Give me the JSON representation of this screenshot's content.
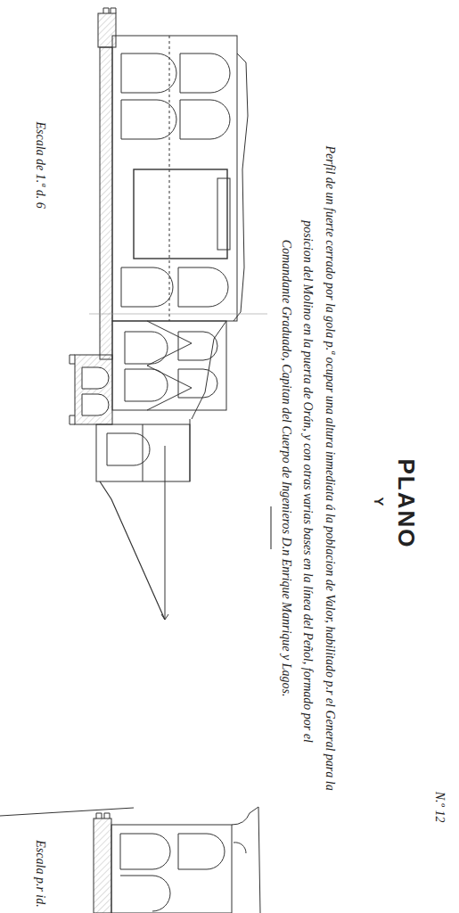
{
  "diagram": {
    "title": "PLANO",
    "labels": [
      "Y",
      "Perfil de un fuerte cerrado por la gola p.ª ocupar una altura inmediata á la poblacion de Valor, habilitado p.r el General para la",
      "posicion del Molino en la puerta de Orán, y con otras varias bases en la línea del Peñol, formado por el",
      "Comandante Graduado, Capitan del Cuerpo de Ingenieros D.n Enrique Manrique y Lagos.",
      "Escala de 1.ª d. 6",
      "N.º 12",
      "Escala p.r id."
    ]
  }
}
